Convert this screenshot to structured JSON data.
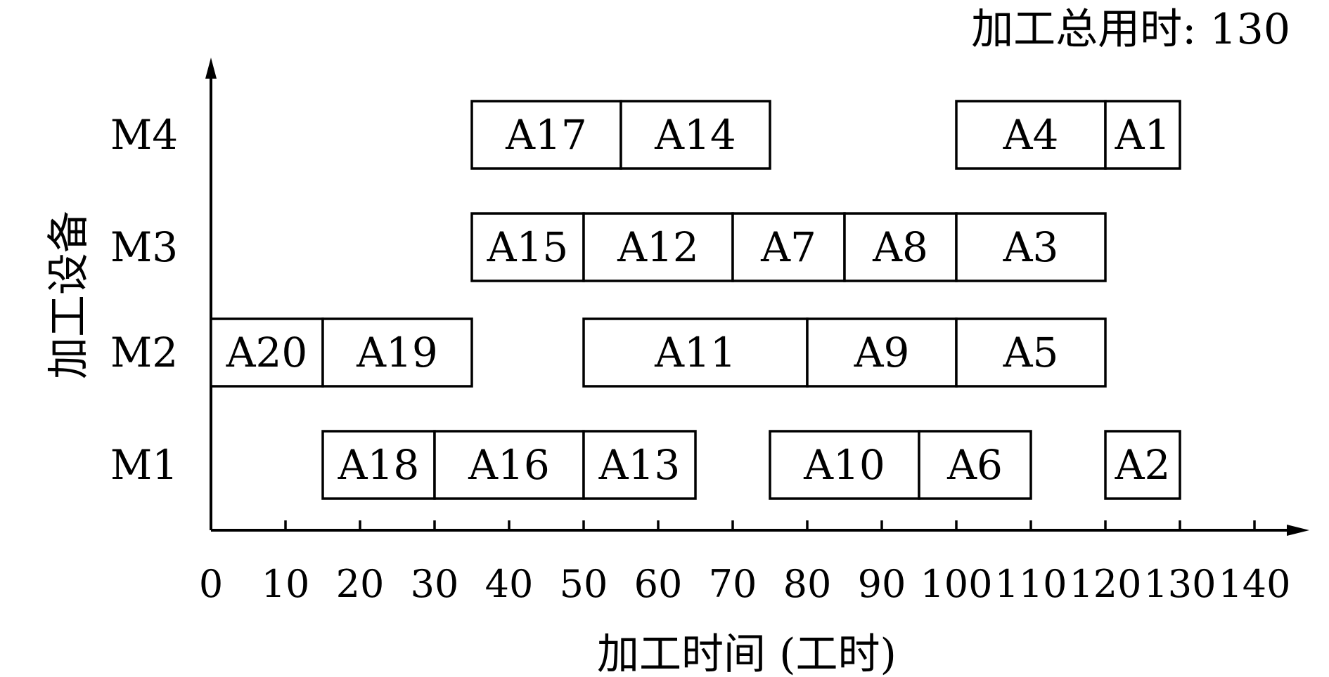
{
  "chart_data": {
    "type": "gantt",
    "total_time": "加工总用时: 130",
    "xlabel": "加工时间 (工时)",
    "ylabel": "加工设备",
    "xlim": [
      0,
      140
    ],
    "x_ticks": [
      0,
      10,
      20,
      30,
      40,
      50,
      60,
      70,
      80,
      90,
      100,
      110,
      120,
      130,
      140
    ],
    "machines": [
      "M1",
      "M2",
      "M3",
      "M4"
    ],
    "tasks": [
      {
        "machine": "M1",
        "label": "A18",
        "start": 15,
        "end": 30
      },
      {
        "machine": "M1",
        "label": "A16",
        "start": 30,
        "end": 50
      },
      {
        "machine": "M1",
        "label": "A13",
        "start": 50,
        "end": 65
      },
      {
        "machine": "M1",
        "label": "A10",
        "start": 75,
        "end": 95
      },
      {
        "machine": "M1",
        "label": "A6",
        "start": 95,
        "end": 110
      },
      {
        "machine": "M1",
        "label": "A2",
        "start": 120,
        "end": 130
      },
      {
        "machine": "M2",
        "label": "A20",
        "start": 0,
        "end": 15
      },
      {
        "machine": "M2",
        "label": "A19",
        "start": 15,
        "end": 35
      },
      {
        "machine": "M2",
        "label": "A11",
        "start": 50,
        "end": 80
      },
      {
        "machine": "M2",
        "label": "A9",
        "start": 80,
        "end": 100
      },
      {
        "machine": "M2",
        "label": "A5",
        "start": 100,
        "end": 120
      },
      {
        "machine": "M3",
        "label": "A15",
        "start": 35,
        "end": 50
      },
      {
        "machine": "M3",
        "label": "A12",
        "start": 50,
        "end": 70
      },
      {
        "machine": "M3",
        "label": "A7",
        "start": 70,
        "end": 85
      },
      {
        "machine": "M3",
        "label": "A8",
        "start": 85,
        "end": 100
      },
      {
        "machine": "M3",
        "label": "A3",
        "start": 100,
        "end": 120
      },
      {
        "machine": "M4",
        "label": "A17",
        "start": 35,
        "end": 55
      },
      {
        "machine": "M4",
        "label": "A14",
        "start": 55,
        "end": 75
      },
      {
        "machine": "M4",
        "label": "A4",
        "start": 100,
        "end": 120
      },
      {
        "machine": "M4",
        "label": "A1",
        "start": 120,
        "end": 130
      }
    ],
    "colors": {
      "bar_fill": "#ffffff",
      "bar_stroke": "#000000",
      "axis": "#000000"
    },
    "grid": false
  }
}
